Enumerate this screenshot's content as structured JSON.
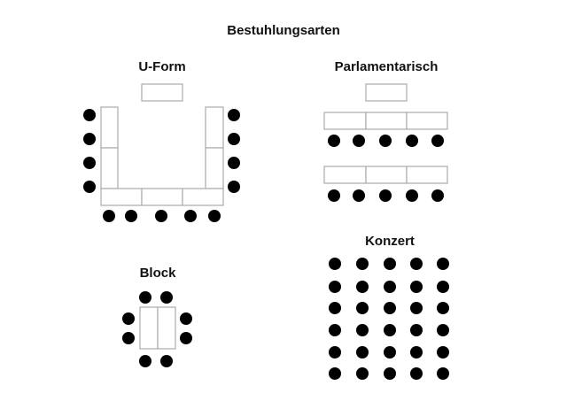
{
  "title": "Bestuhlungsarten",
  "sections": {
    "u_form": {
      "label": "U-Form"
    },
    "parlamentarisch": {
      "label": "Parlamentarisch"
    },
    "block": {
      "label": "Block"
    },
    "konzert": {
      "label": "Konzert"
    }
  }
}
